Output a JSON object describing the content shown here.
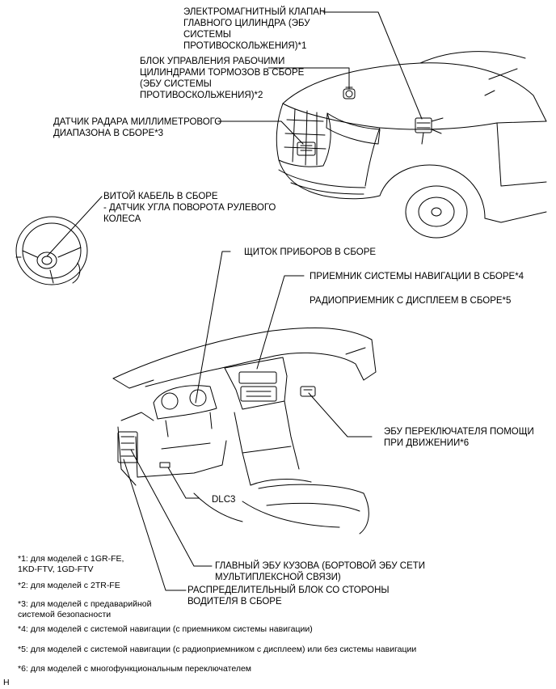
{
  "labels": {
    "master_cyl_valve": "ЭЛЕКТРОМАГНИТНЫЙ КЛАПАН\nГЛАВНОГО ЦИЛИНДРА (ЭБУ\nСИСТЕМЫ\nПРОТИВОСКОЛЬЖЕНИЯ)*1",
    "brake_actuator": "БЛОК УПРАВЛЕНИЯ РАБОЧИМИ\nЦИЛИНДРАМИ ТОРМОЗОВ В СБОРЕ\n(ЭБУ СИСТЕМЫ\nПРОТИВОСКОЛЬЖЕНИЯ)*2",
    "radar_sensor": "ДАТЧИК РАДАРА МИЛЛИМЕТРОВОГО\nДИАПАЗОНА В СБОРЕ*3",
    "spiral_cable": "ВИТОЙ КАБЕЛЬ В СБОРЕ\n- ДАТЧИК УГЛА ПОВОРОТА РУЛЕВОГО\nКОЛЕСА",
    "combination_meter": "ЩИТОК ПРИБОРОВ В СБОРЕ",
    "navigation_receiver": "ПРИЕМНИК СИСТЕМЫ НАВИГАЦИИ В СБОРЕ*4",
    "radio_receiver": "РАДИОПРИЕМНИК С ДИСПЛЕЕМ В СБОРЕ*5",
    "driving_support_ecu": "ЭБУ ПЕРЕКЛЮЧАТЕЛЯ ПОМОЩИ\nПРИ ДВИЖЕНИИ*6",
    "dlc3": "DLC3",
    "main_body_ecu": "ГЛАВНЫЙ ЭБУ КУЗОВА (БОРТОВОЙ ЭБУ СЕТИ\nМУЛЬТИПЛЕКСНОЙ СВЯЗИ)",
    "junction_block": "РАСПРЕДЕЛИТЕЛЬНЫЙ БЛОК СО СТОРОНЫ\nВОДИТЕЛЯ В СБОРЕ"
  },
  "footnotes": {
    "fn1": "*1: для моделей с 1GR-FE,\n1KD-FTV, 1GD-FTV",
    "fn2": "*2: для моделей с 2TR-FE",
    "fn3": "*3: для моделей с предаварийной\nсистемой безопасности",
    "fn4": "*4: для моделей с системой навигации (с приемником системы навигации)",
    "fn5": "*5: для моделей с системой навигации (с радиоприемником с дисплеем) или без системы навигации",
    "fn6": "*6: для моделей с многофункциональным переключателем"
  },
  "corner_mark": "H"
}
